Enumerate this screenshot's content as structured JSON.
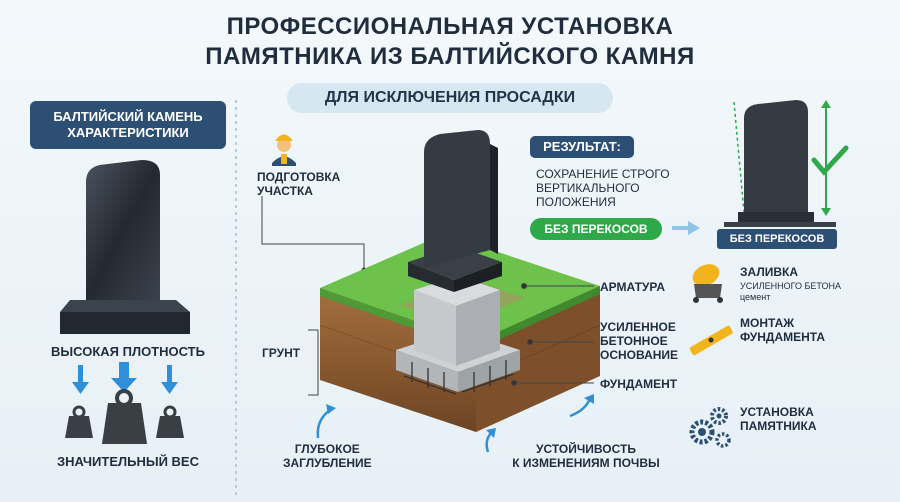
{
  "header": {
    "title_line1": "ПРОФЕССИОНАЛЬНАЯ УСТАНОВКА",
    "title_line2": "ПАМЯТНИКА ИЗ БАЛТИЙСКОГО КАМНЯ",
    "subtitle": "ДЛЯ ИСКЛЮЧЕНИЯ ПРОСАДКИ"
  },
  "left_panel": {
    "heading_line1": "БАЛТИЙСКИЙ КАМЕНЬ",
    "heading_line2": "ХАРАКТЕРИСТИКИ",
    "density": "ВЫСОКАЯ ПЛОТНОСТЬ",
    "weight": "ЗНАЧИТЕЛЬНЫЙ ВЕС"
  },
  "diagram": {
    "site_prep_line1": "ПОДГОТОВКА",
    "site_prep_line2": "УЧАСТКА",
    "soil": "ГРУНТ",
    "deep_line1": "ГЛУБОКОЕ",
    "deep_line2": "ЗАГЛУБЛЕНИЕ",
    "stability_line1": "УСТОЙЧИВОСТЬ",
    "stability_line2": "К ИЗМЕНЕНИЯМ ПОЧВЫ",
    "rebar": "АРМАТУРА",
    "base_line1": "УСИЛЕННОЕ",
    "base_line2": "БЕТОННОЕ",
    "base_line3": "ОСНОВАНИЕ",
    "foundation": "ФУНДАМЕНТ"
  },
  "result": {
    "label": "РЕЗУЛЬТАТ:",
    "text_line1": "СОХРАНЕНИЕ СТРОГО",
    "text_line2": "ВЕРТИКАЛЬНОГО",
    "text_line3": "ПОЛОЖЕНИЯ",
    "no_tilt": "БЕЗ ПЕРЕКОСОВ",
    "no_tilt_right": "БЕЗ ПЕРЕКОСОВ"
  },
  "steps": {
    "pour_title": "ЗАЛИВКА",
    "pour_sub_line1": "УСИЛЕННОГО БЕТОНА",
    "pour_sub_line2": "цемент",
    "mount_line1": "МОНТАЖ",
    "mount_line2": "ФУНДАМЕНТА",
    "install_line1": "УСТАНОВКА",
    "install_line2": "ПАМЯТНИКА"
  },
  "colors": {
    "accent_green": "#2fa84a",
    "navy": "#2c4f73",
    "arrow_blue": "#2f8fd8"
  },
  "icons": [
    "worker-icon",
    "down-arrow-icon",
    "weight-icon",
    "concrete-mixer-icon",
    "level-icon",
    "gears-icon",
    "check-icon"
  ]
}
